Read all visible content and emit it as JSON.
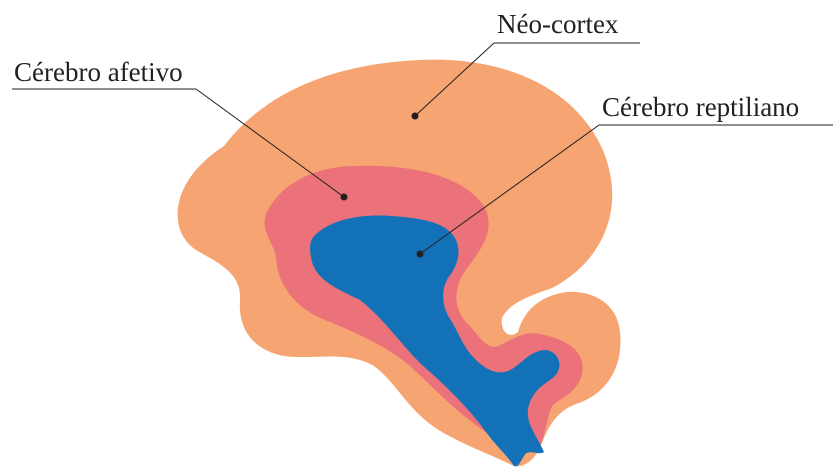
{
  "labels": {
    "neocortex": "Néo-cortex",
    "affective_brain": "Cérebro afetivo",
    "reptilian_brain": "Cérebro reptiliano"
  },
  "colors": {
    "neocortex": "#f6a572",
    "affective_brain": "#eb717a",
    "reptilian_brain": "#1372b7",
    "text": "#231f20",
    "leader_line": "#231f20"
  }
}
